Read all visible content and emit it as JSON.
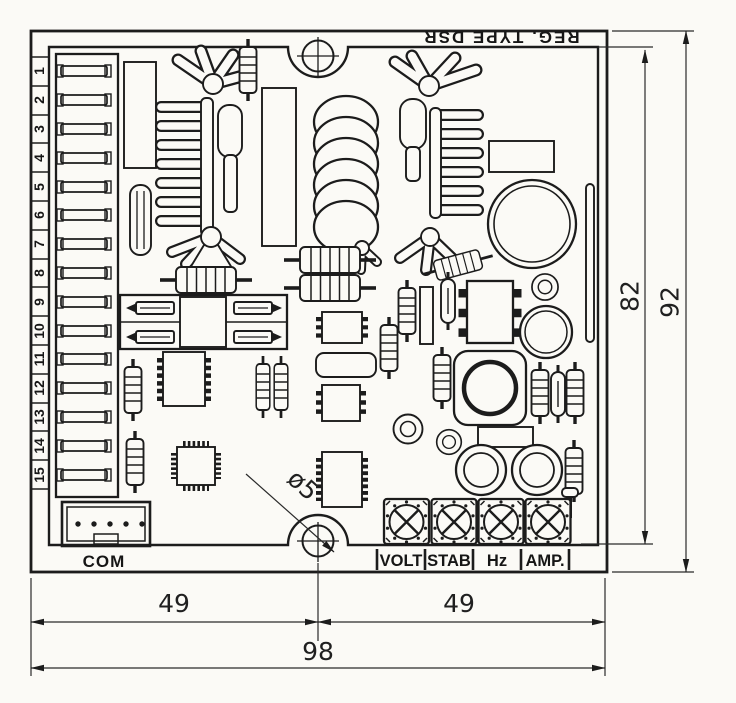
{
  "drawing": {
    "title": "REG. TYPE DSR",
    "terminals": {
      "numbers": [
        "1",
        "2",
        "3",
        "4",
        "5",
        "6",
        "7",
        "8",
        "9",
        "10",
        "11",
        "12",
        "13",
        "14",
        "15"
      ]
    },
    "connector": {
      "label": "COM"
    },
    "trimmers": {
      "labels": [
        "VOLT",
        "STAB",
        "Hz",
        "AMP."
      ]
    },
    "dimensions": {
      "hole_callout": "ø5",
      "bottom_left": "49",
      "bottom_right": "49",
      "bottom_total": "98",
      "right_inner": "82",
      "right_outer": "92"
    },
    "colors": {
      "ink": "#1c1c1c",
      "paper": "#fbfaf6"
    }
  }
}
